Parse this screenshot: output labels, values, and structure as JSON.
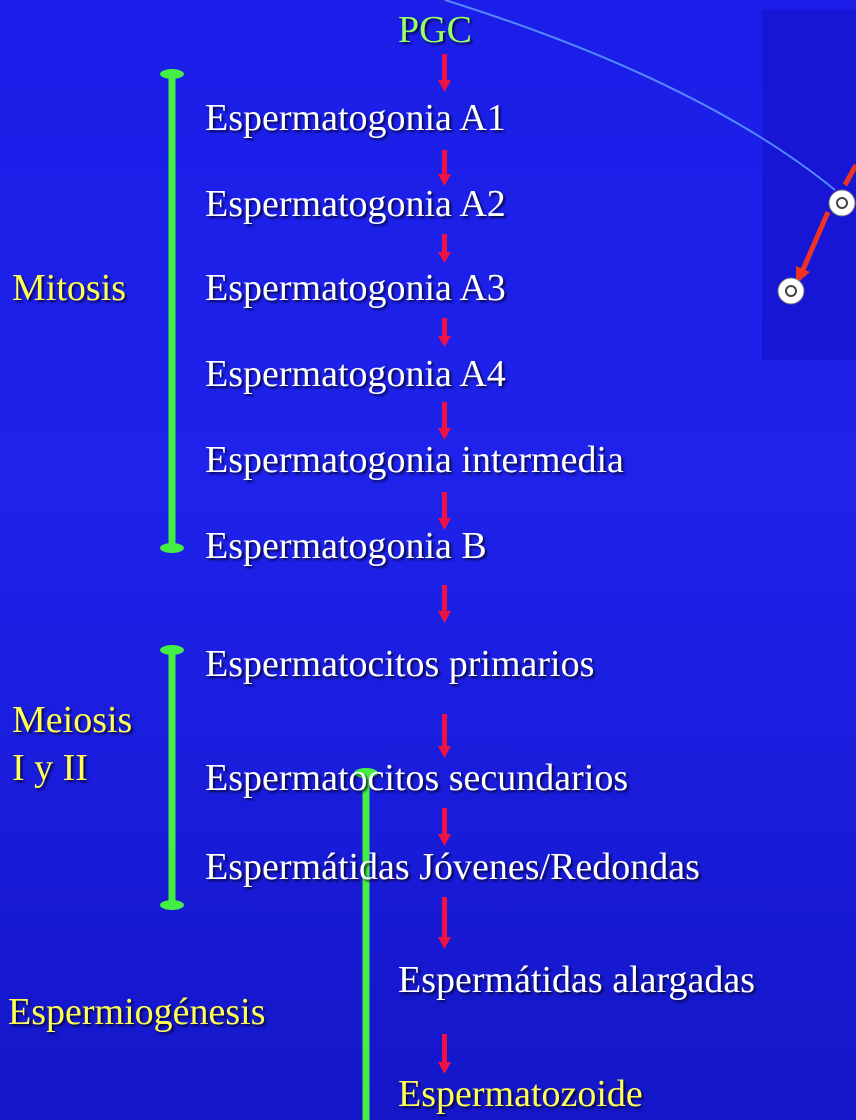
{
  "title": "PGC",
  "phases": {
    "mitosis": "Mitosis",
    "meiosis_line1": "Meiosis",
    "meiosis_line2": "I y II",
    "spermiogenesis": "Espermiogénesis"
  },
  "stages": [
    "Espermatogonia A1",
    "Espermatogonia A2",
    "Espermatogonia A3",
    "Espermatogonia A4",
    "Espermatogonia intermedia",
    "Espermatogonia B",
    "Espermatocitos primarios",
    "Espermatocitos secundarios",
    "Espermátidas Jóvenes/Redondas",
    "Espermátidas alargadas",
    "Espermatozoide"
  ],
  "colors": {
    "background": "#1a1ee8",
    "stage_text": "#ffffff",
    "phase_text": "#ffff55",
    "title_text": "#99ff66",
    "bracket": "#44ee44",
    "arrow": "#ee1144",
    "inset_arrow": "#ee3322",
    "curve": "#5588ff"
  },
  "icons": [
    "cell-icon",
    "cell-icon"
  ]
}
